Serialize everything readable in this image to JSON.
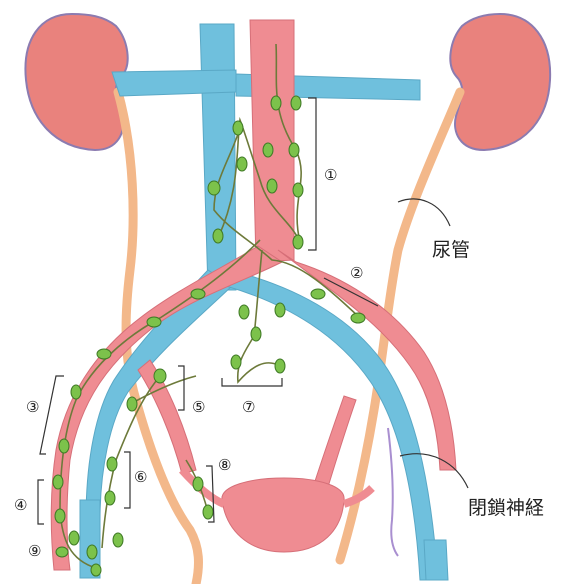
{
  "labels": {
    "ureter": "尿管",
    "obturator_nerve": "閉鎖神経"
  },
  "regions": [
    {
      "id": "1",
      "glyph": "①"
    },
    {
      "id": "2",
      "glyph": "②"
    },
    {
      "id": "3",
      "glyph": "③"
    },
    {
      "id": "4",
      "glyph": "④"
    },
    {
      "id": "5",
      "glyph": "⑤"
    },
    {
      "id": "6",
      "glyph": "⑥"
    },
    {
      "id": "7",
      "glyph": "⑦"
    },
    {
      "id": "8",
      "glyph": "⑧"
    },
    {
      "id": "9",
      "glyph": "⑨"
    }
  ],
  "colors": {
    "kidney": "#e9827d",
    "kidney_outline": "#8c7bb0",
    "artery": "#ef8c92",
    "vein": "#6fc0dd",
    "ureter": "#f3b88a",
    "lymph_node": "#7cc24b",
    "lymph_chain": "#6d7a3a",
    "nerve": "#a98fd0",
    "bladder": "#ef8c92"
  }
}
